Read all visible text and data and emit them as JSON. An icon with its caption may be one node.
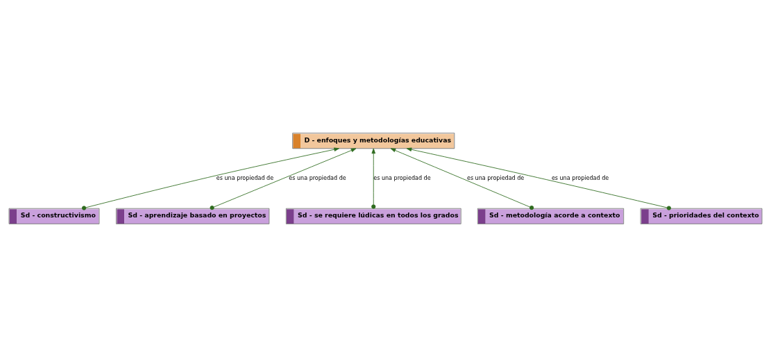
{
  "diagram": {
    "nodes": [
      {
        "text": [
          "D - enfoques y metodologías educativas"
        ]
      },
      {
        "text": [
          "Sd - constructivismo"
        ]
      },
      {
        "text": [
          "Sd - aprendizaje basado en proyectos"
        ]
      },
      {
        "text": [
          "Sd - se requiere lúdicas en todos los grados"
        ]
      },
      {
        "text": [
          "Sd - metodología acorde a contexto"
        ]
      },
      {
        "text": [
          "Sd - prioridades del contexto"
        ]
      }
    ],
    "edges": [
      {
        "from": 1,
        "to": 0,
        "arrow": "to",
        "label": "es una propiedad de"
      },
      {
        "from": 2,
        "to": 0,
        "arrow": "to",
        "label": "es una propiedad de"
      },
      {
        "from": 3,
        "to": 0,
        "arrow": "to",
        "label": "es una propiedad de"
      },
      {
        "from": 4,
        "to": 0,
        "arrow": "to",
        "label": "es una propiedad de"
      },
      {
        "from": 5,
        "to": 0,
        "arrow": "to",
        "label": "es una propiedad de"
      }
    ]
  }
}
